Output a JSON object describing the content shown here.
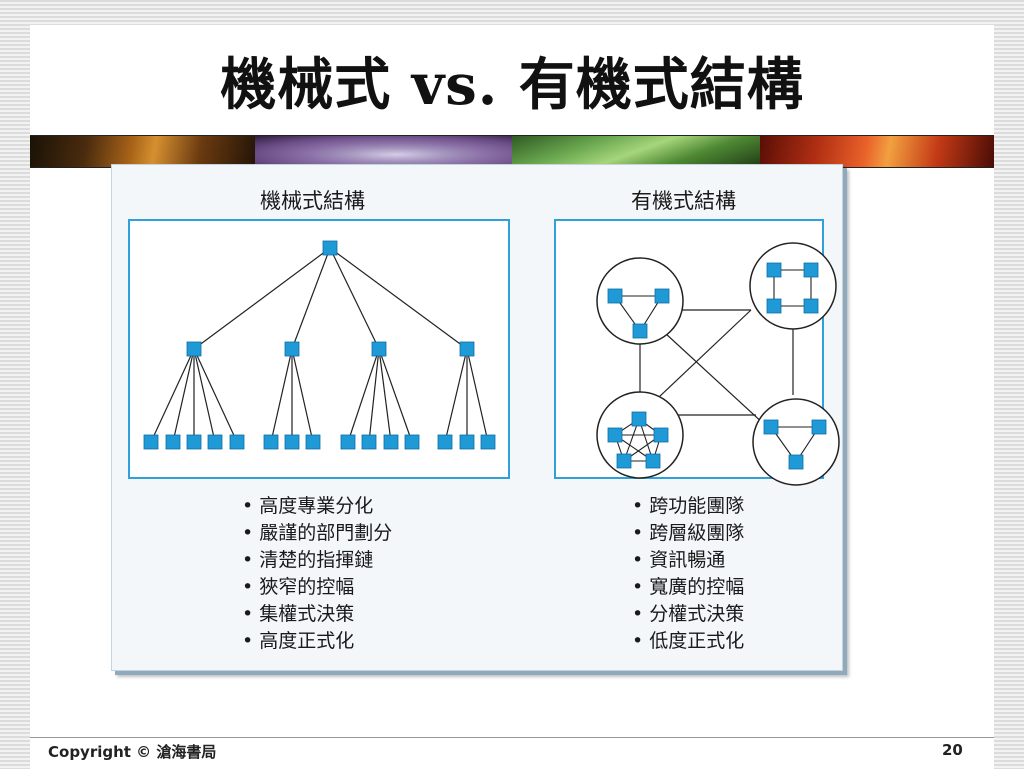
{
  "slide": {
    "title": "機械式 vs. 有機式結構"
  },
  "figure": {
    "mechanistic": {
      "heading": "機械式結構",
      "bullets": [
        "高度專業分化",
        "嚴謹的部門劃分",
        "清楚的指揮鏈",
        "狹窄的控幅",
        "集權式決策",
        "高度正式化"
      ]
    },
    "organic": {
      "heading": "有機式結構",
      "bullets": [
        "跨功能團隊",
        "跨層級團隊",
        "資訊暢通",
        "寬廣的控幅",
        "分權式決策",
        "低度正式化"
      ]
    }
  },
  "colors": {
    "node": "#1f9ad6",
    "panel_border": "#2fa0d9",
    "line": "#222222"
  },
  "footer": {
    "copyright": "Copyright © 滄海書局",
    "page_number": "20"
  }
}
